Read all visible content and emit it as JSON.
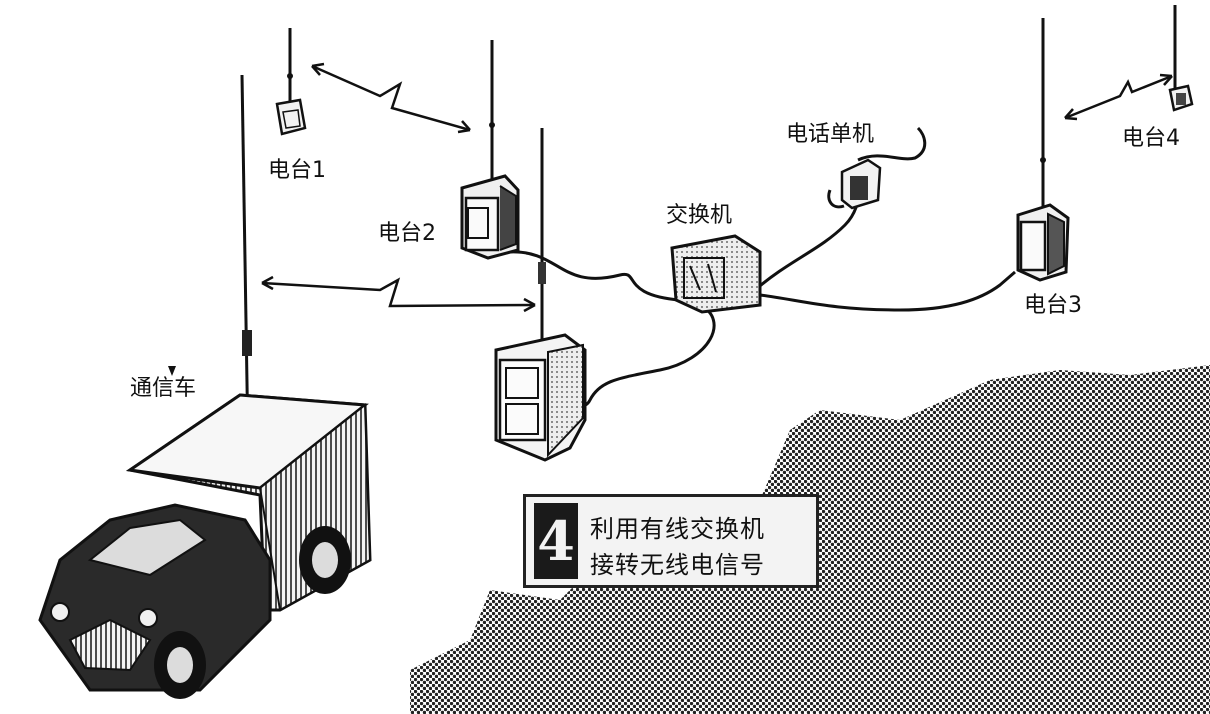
{
  "labels": {
    "station1": "电台1",
    "station2": "电台2",
    "station3": "电台3",
    "station4": "电台4",
    "switchboard": "交换机",
    "telephone": "电话单机",
    "vehicle": "通信车"
  },
  "caption": {
    "number": "4",
    "line1": "利用有线交换机",
    "line2": "接转无线电信号"
  }
}
